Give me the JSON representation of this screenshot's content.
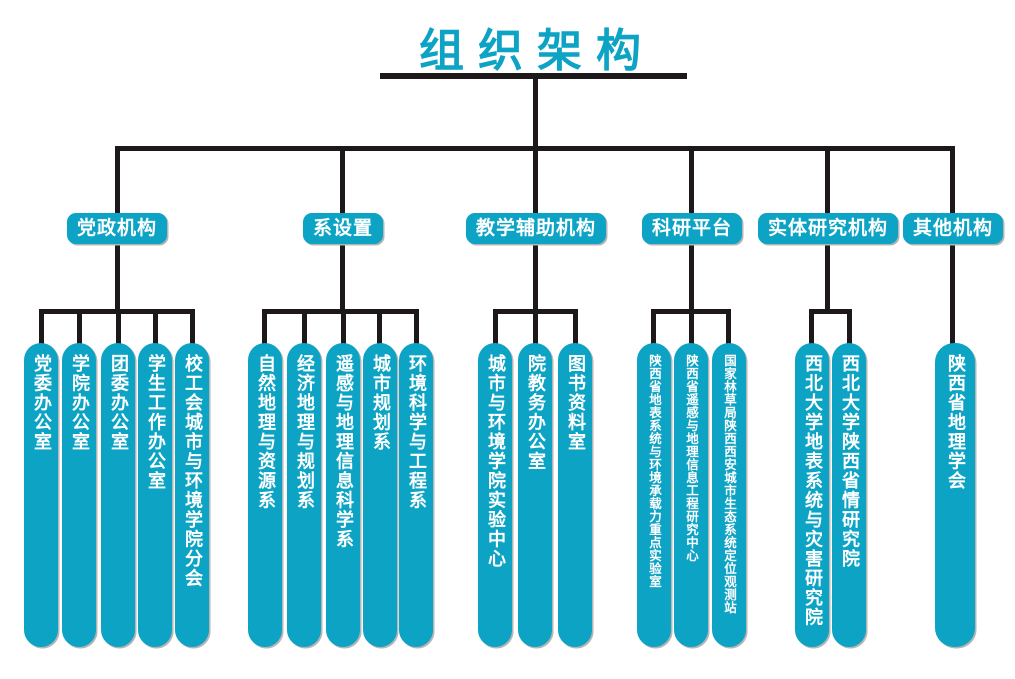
{
  "title": "组织架构",
  "colors": {
    "accent": "#0ca3c5",
    "connector": "#1d191a",
    "pill_text": "#ffffff"
  },
  "groups": [
    {
      "label": "党政机构",
      "children": [
        "党委办公室",
        "学院办公室",
        "团委办公室",
        "学生工作办公室",
        "校工会城市与环境学院分会"
      ]
    },
    {
      "label": "系设置",
      "children": [
        "自然地理与资源系",
        "经济地理与规划系",
        "遥感与地理信息科学系",
        "城市规划系",
        "环境科学与工程系"
      ]
    },
    {
      "label": "教学辅助机构",
      "children": [
        "城市与环境学院实验中心",
        "院教务办公室",
        "图书资料室"
      ]
    },
    {
      "label": "科研平台",
      "children": [
        "陕西省地表系统与环境承载力重点实验室",
        "陕西省遥感与地理信息工程研究中心",
        "国家林草局陕西西安城市生态系统定位观测站"
      ]
    },
    {
      "label": "实体研究机构",
      "children": [
        "西北大学地表系统与灾害研究院",
        "西北大学陕西省情研究院"
      ]
    },
    {
      "label": "其他机构",
      "children": [
        "陕西省地理学会"
      ]
    }
  ]
}
